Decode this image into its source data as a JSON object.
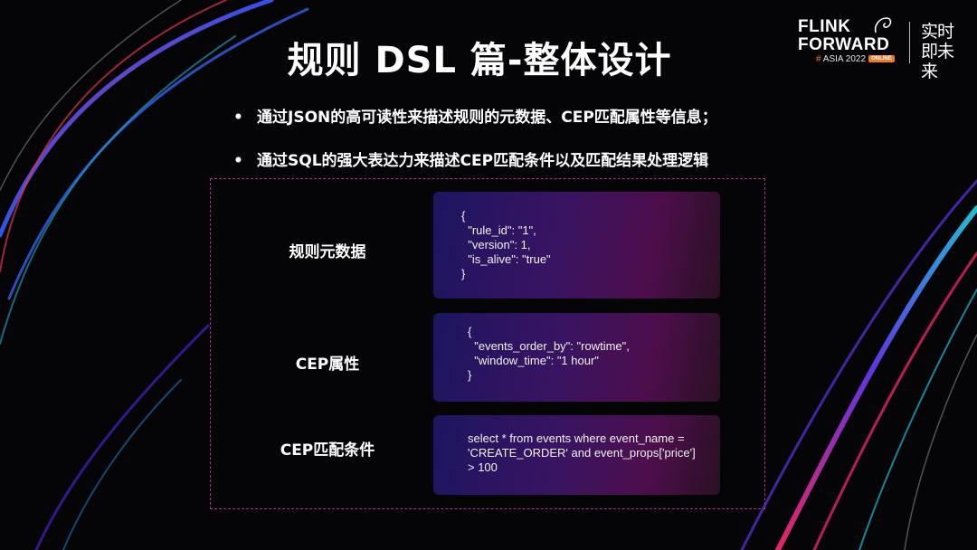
{
  "slide": {
    "title": "规则 DSL 篇-整体设计",
    "bullets": [
      "通过JSON的高可读性来描述规则的元数据、CEP匹配属性等信息；",
      "通过SQL的强大表达力来描述CEP匹配条件以及匹配结果处理逻辑"
    ],
    "bullet_symbol": "•"
  },
  "logo": {
    "line1": "FLINK",
    "line2": "FORWARD",
    "hash": "#",
    "asia": "ASIA 2022",
    "online": "ONLINE",
    "slogan": "实时即未来"
  },
  "rows": [
    {
      "label": "规则元数据",
      "code": "{\n  \"rule_id\": \"1\",\n  \"version\": 1,\n  \"is_alive\": \"true\"\n}"
    },
    {
      "label": "CEP属性",
      "code": "{\n  \"events_order_by\": \"rowtime\",\n  \"window_time\": \"1 hour\"\n}"
    },
    {
      "label": "CEP匹配条件",
      "code": "select * from events where event_name =\n'CREATE_ORDER' and event_props['price']\n> 100"
    }
  ],
  "colors": {
    "background": "#050508",
    "frame_border": "#b0308a",
    "logo_accent": "#f07a2a"
  }
}
